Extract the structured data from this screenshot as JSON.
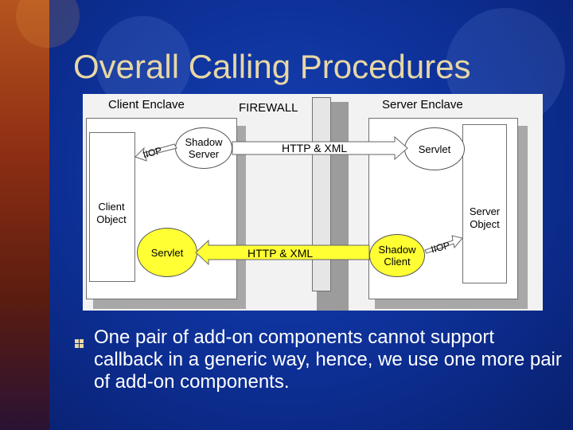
{
  "title": "Overall Calling Procedures",
  "diagram": {
    "client_enclave": "Client Enclave",
    "firewall": "FIREWALL",
    "server_enclave": "Server Enclave",
    "client_object": "Client Object",
    "server_object": "Server Object",
    "shadow_server": "Shadow Server",
    "shadow_client": "Shadow Client",
    "servlet_top": "Servlet",
    "servlet_bottom": "Servlet",
    "iiop_left": "IIOP",
    "iiop_right": "IIOP",
    "http_top": "HTTP & XML",
    "http_bottom": "HTTP & XML"
  },
  "bullet": {
    "text": "One pair of add-on components cannot support callback in a generic way, hence, we use one more pair of add-on components."
  },
  "colors": {
    "background": "#0c2c8c",
    "title": "#e8d7a4",
    "yellow": "#ffff33"
  }
}
